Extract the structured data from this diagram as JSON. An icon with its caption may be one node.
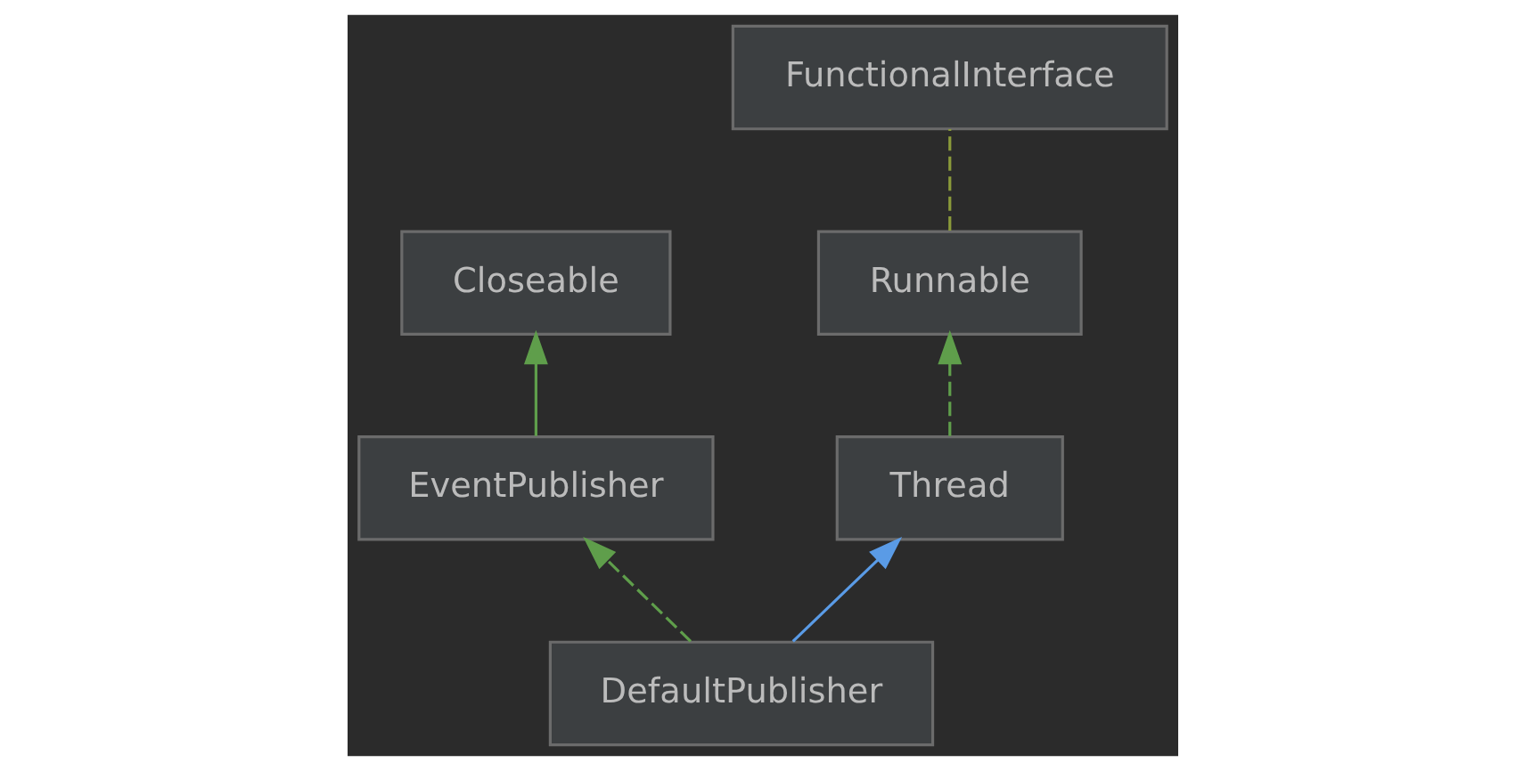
{
  "diagram": {
    "nodes": [
      {
        "text": [
          "FunctionalInterface"
        ]
      },
      {
        "text": [
          "Closeable"
        ]
      },
      {
        "text": [
          "Runnable"
        ]
      },
      {
        "text": [
          "EventPublisher"
        ]
      },
      {
        "text": [
          "Thread"
        ]
      },
      {
        "text": [
          "DefaultPublisher"
        ]
      }
    ],
    "edges": [
      {
        "from": 2,
        "to": 0,
        "arrow": "none",
        "style": "dashed",
        "color": "#8a9a3a"
      },
      {
        "from": 3,
        "to": 1,
        "arrow": "to"
      },
      {
        "from": 4,
        "to": 2,
        "arrow": "to",
        "style": "dashed"
      },
      {
        "from": 5,
        "to": 3,
        "arrow": "to",
        "style": "dashed"
      },
      {
        "from": 5,
        "to": 4,
        "arrow": "to",
        "color": "#5a9be6"
      }
    ]
  }
}
